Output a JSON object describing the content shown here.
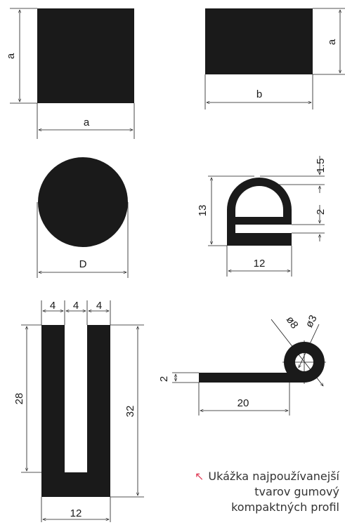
{
  "labels": {
    "square_side_vertical": "a",
    "square_side_horizontal": "a",
    "rect_height": "a",
    "rect_width": "b",
    "circle_diameter": "D",
    "d_profile_height": "13",
    "d_profile_width": "12",
    "d_profile_top_wall": "1.5",
    "d_profile_slot": "2",
    "u_profile_wall_left": "4",
    "u_profile_gap": "4",
    "u_profile_wall_right": "4",
    "u_profile_inner_height": "28",
    "u_profile_outer_height": "32",
    "u_profile_width": "12",
    "p_profile_outer_diameter": "ø8",
    "p_profile_inner_diameter": "ø3",
    "p_profile_thickness": "2",
    "p_profile_length": "20"
  },
  "caption": {
    "arrow_icon": "↖",
    "line1": "Ukážka najpoužívanejší",
    "line2": "tvarov gumový",
    "line3": "kompaktných profil"
  },
  "colors": {
    "profile_fill": "#1a1a1a",
    "caption_arrow": "#e0405a"
  }
}
